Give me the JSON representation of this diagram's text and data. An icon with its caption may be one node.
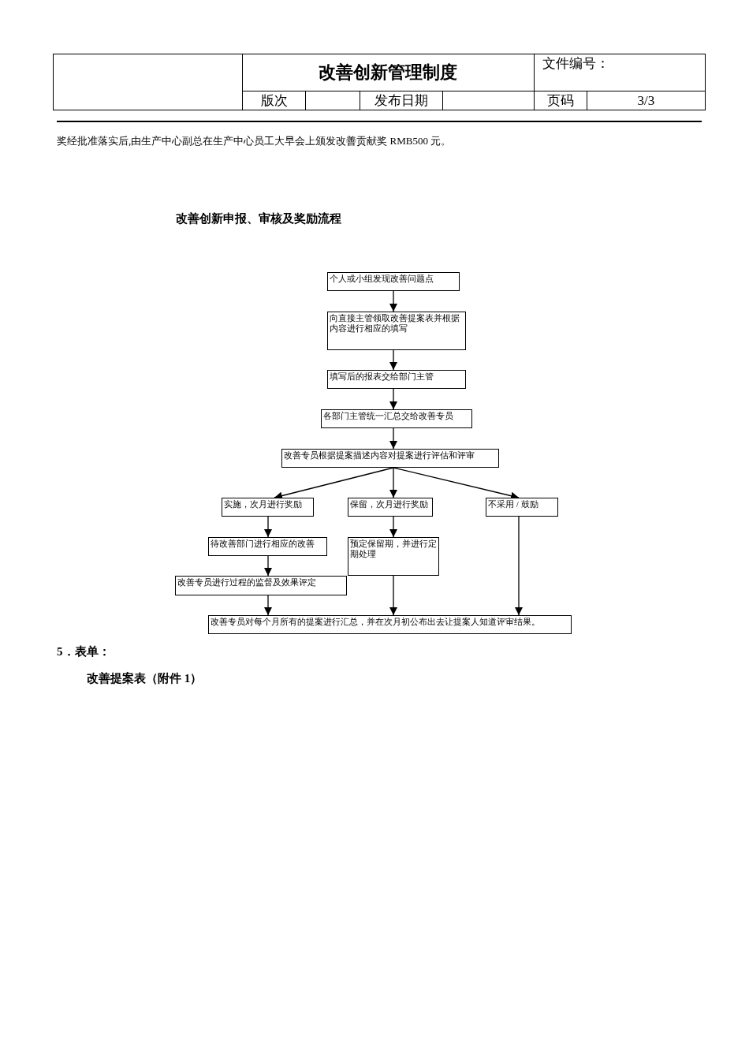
{
  "diagram": {
    "title": "改善创新申报、审核及奖励流程",
    "nodes": [
      {
        "text": [
          "个人或小组发现改善问题点"
        ]
      },
      {
        "text": [
          "向直接主管领取改善提案表并根据内容进行相应的填写"
        ]
      },
      {
        "text": [
          "填写后的报表交给部门主管"
        ]
      },
      {
        "text": [
          "各部门主管统一汇总交给改善专员"
        ]
      },
      {
        "text": [
          "改善专员根据提案描述内容对提案进行评估和评审"
        ]
      },
      {
        "text": [
          "实施，次月进行奖励"
        ]
      },
      {
        "text": [
          "保留，次月进行奖励"
        ]
      },
      {
        "text": [
          "不采用 / 鼓励"
        ]
      },
      {
        "text": [
          "待改善部门进行相应的改善"
        ]
      },
      {
        "text": [
          "预定保留期，并进行定期处理"
        ]
      },
      {
        "text": [
          "改善专员进行过程的监督及效果评定"
        ]
      },
      {
        "text": [
          "改善专员对每个月所有的提案进行汇总，并在次月初公布出去让提案人知道评审结果。"
        ]
      }
    ],
    "edges": [
      {
        "from": 0,
        "to": 1,
        "arrow": "to"
      },
      {
        "from": 1,
        "to": 2,
        "arrow": "to"
      },
      {
        "from": 2,
        "to": 3,
        "arrow": "to"
      },
      {
        "from": 3,
        "to": 4,
        "arrow": "to"
      },
      {
        "from": 4,
        "to": 5,
        "arrow": "to"
      },
      {
        "from": 4,
        "to": 6,
        "arrow": "to"
      },
      {
        "from": 4,
        "to": 7,
        "arrow": "to"
      },
      {
        "from": 5,
        "to": 8,
        "arrow": "to"
      },
      {
        "from": 6,
        "to": 9,
        "arrow": "to"
      },
      {
        "from": 8,
        "to": 10,
        "arrow": "to"
      },
      {
        "from": 10,
        "to": 11,
        "arrow": "to"
      },
      {
        "from": 9,
        "to": 11,
        "arrow": "to"
      },
      {
        "from": 7,
        "to": 11,
        "arrow": "to"
      }
    ],
    "labels": [
      "改善创新管理制度",
      "文件编号：",
      "版次",
      "发布日期",
      "页码",
      "3/3",
      "奖经批准落实后,由生产中心副总在生产中心员工大早会上颁发改善贡献奖 RMB500 元。",
      "5．表单：",
      "改善提案表（附件 1）"
    ]
  }
}
